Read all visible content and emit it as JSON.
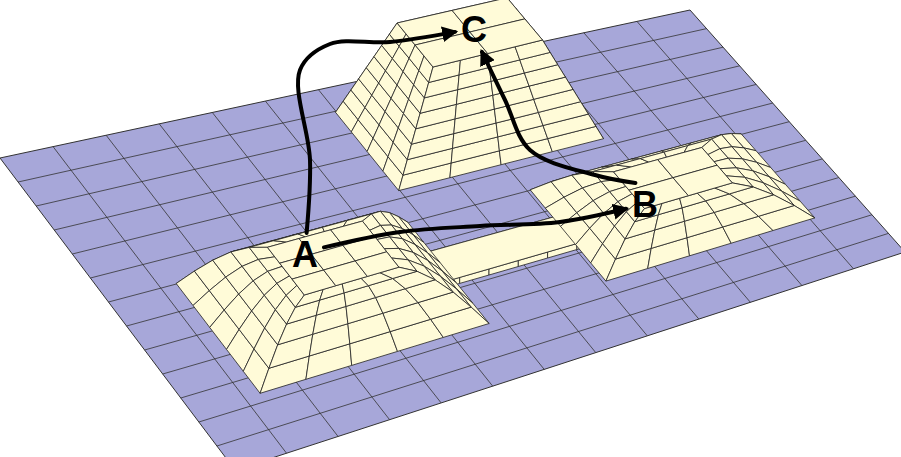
{
  "diagram": {
    "nodes": [
      {
        "text": [
          "A"
        ]
      },
      {
        "text": [
          "B"
        ]
      },
      {
        "text": [
          "C"
        ]
      }
    ],
    "edges": [
      {
        "from": 0,
        "to": 2,
        "arrow": "to"
      },
      {
        "from": 0,
        "to": 1,
        "arrow": "to"
      },
      {
        "from": 1,
        "to": 2,
        "arrow": "to"
      }
    ]
  }
}
